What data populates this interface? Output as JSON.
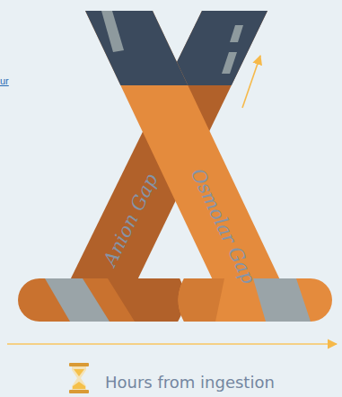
{
  "diagram": {
    "nodes": [
      {
        "text": [
          "Anion Gap"
        ]
      },
      {
        "text": [
          "Osmolar Gap"
        ]
      }
    ],
    "labels": [
      "ur",
      "Hours from ingestion"
    ]
  }
}
